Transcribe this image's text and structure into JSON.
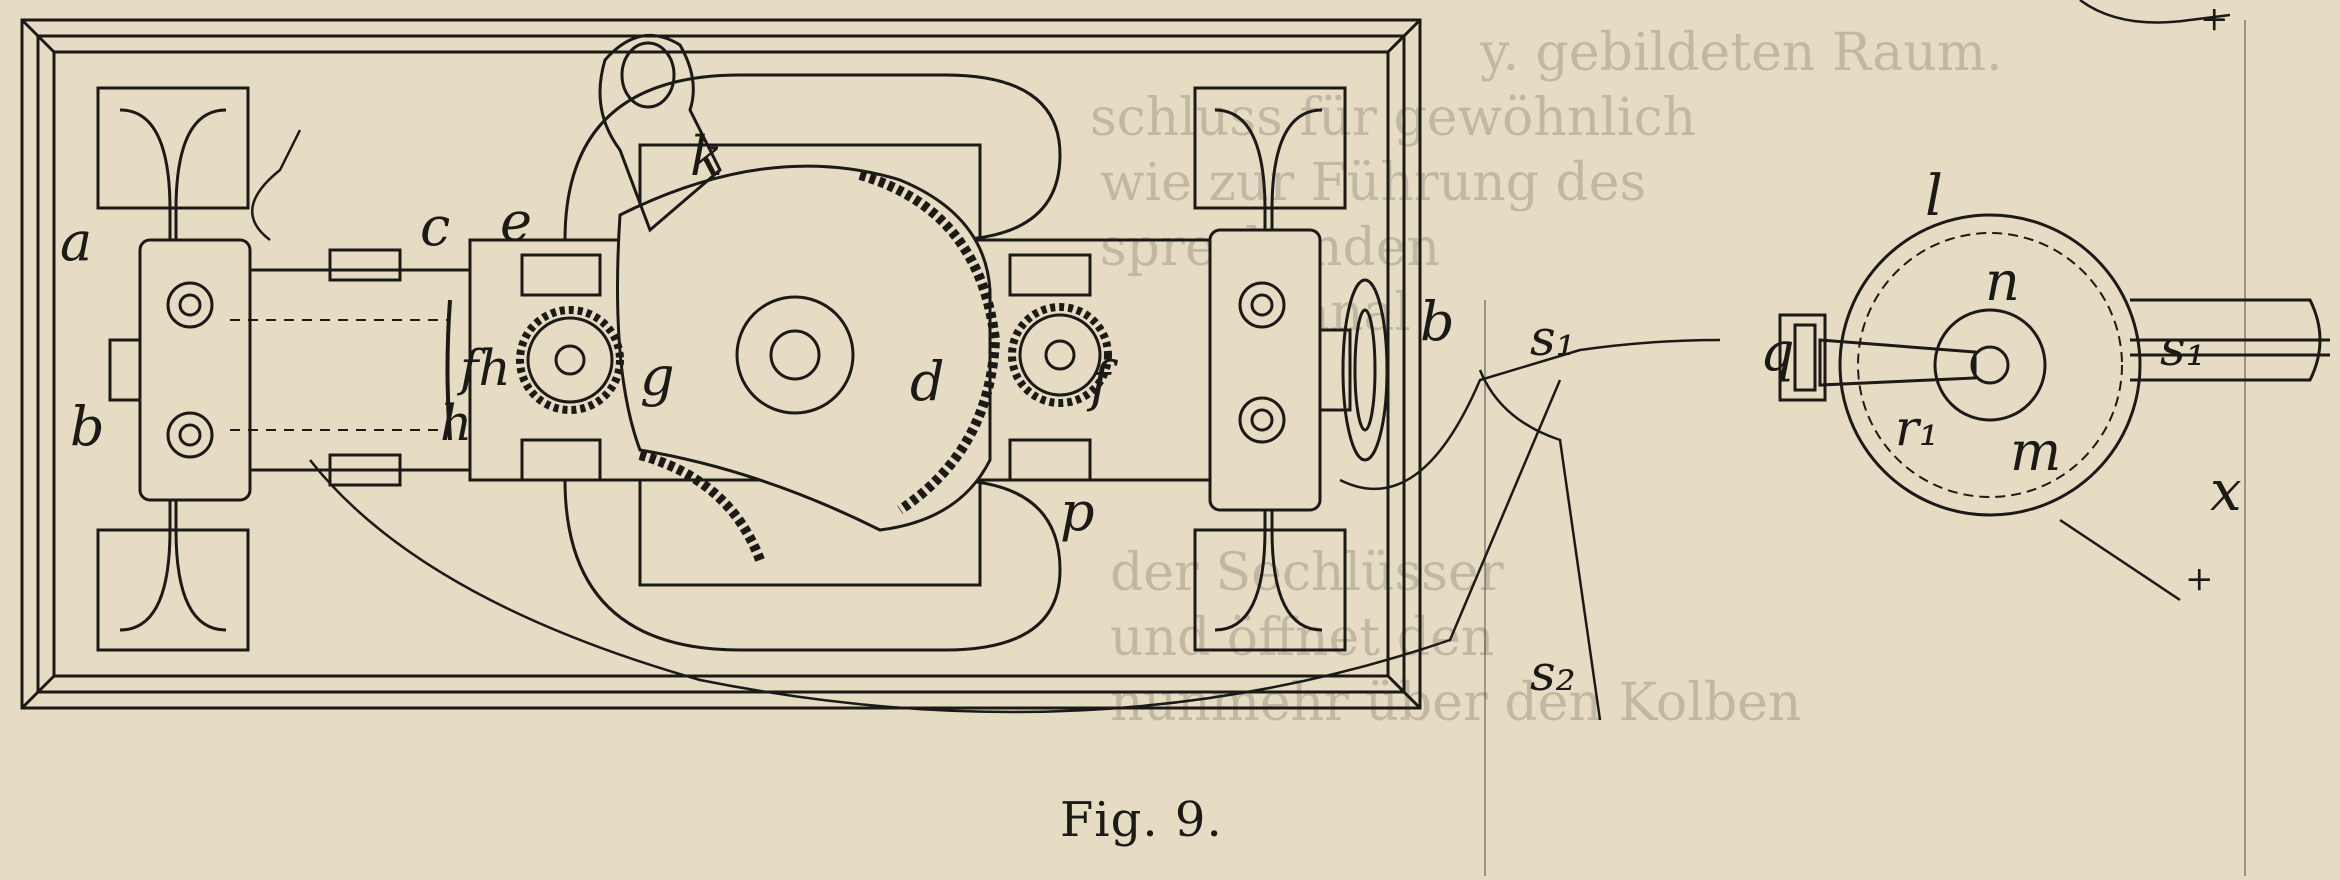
{
  "caption": "Fig. 9.",
  "figure_labels": {
    "a": "a",
    "b_left": "b",
    "b_right": "b",
    "c": "c",
    "e": "e",
    "h": "h",
    "g": "g",
    "d": "d",
    "f": "f",
    "p": "p",
    "k": "k",
    "fh": "fh",
    "s1_left": "s₁",
    "s2": "s₂",
    "l": "l",
    "q": "q",
    "n": "n",
    "r1": "r₁",
    "m": "m",
    "s1_right": "s₁",
    "x": "x",
    "plus_top": "+",
    "plus_bottom": "+"
  },
  "background_text": [
    "y. gebildeten Raum.",
    "schluss für gewöhnlich",
    "wie zur Führung des",
    "sprechenden",
    "Kanal",
    "der Sechlüsser",
    "und öffnet den",
    "nunmehr über den Kolben"
  ]
}
